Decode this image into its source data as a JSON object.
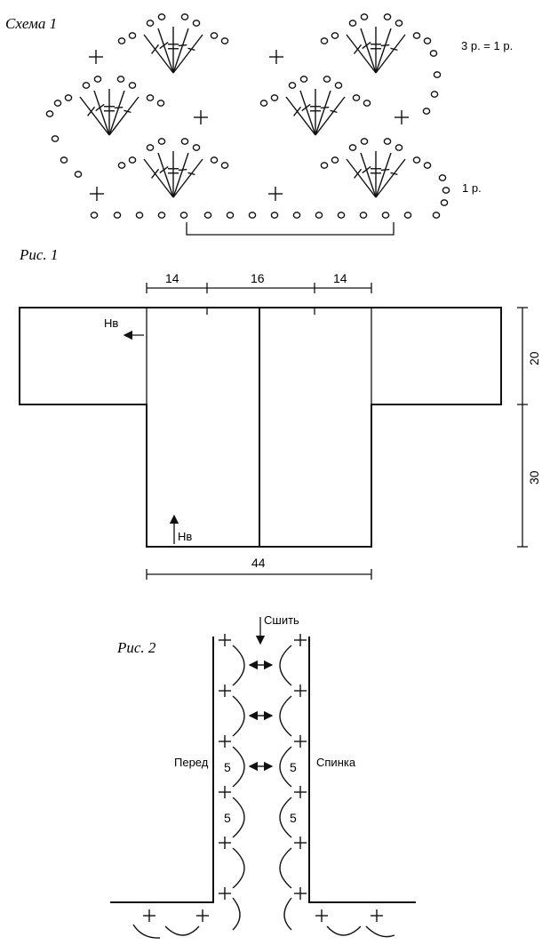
{
  "scheme1": {
    "title": "Схема 1",
    "row_label_top": "3 р. = 1 р.",
    "row_label_bottom": "1 р."
  },
  "fig1": {
    "title": "Рис. 1",
    "dim_left": "14",
    "dim_middle": "16",
    "dim_right": "14",
    "dim_bottom": "44",
    "dim_height_top": "20",
    "dim_height_bottom": "30",
    "marker_top": "Нв",
    "marker_bottom": "Нв"
  },
  "fig2": {
    "title": "Рис. 2",
    "sew_label": "Сшить",
    "front_label": "Перед",
    "back_label": "Спинка",
    "numbers": [
      "5",
      "5",
      "5",
      "5"
    ]
  },
  "colors": {
    "ink": "#111111",
    "paper": "#ffffff"
  },
  "icons": [
    "plus-stitch-icon",
    "chain-stitch-icon",
    "double-crochet-icon",
    "arrow-icon"
  ]
}
